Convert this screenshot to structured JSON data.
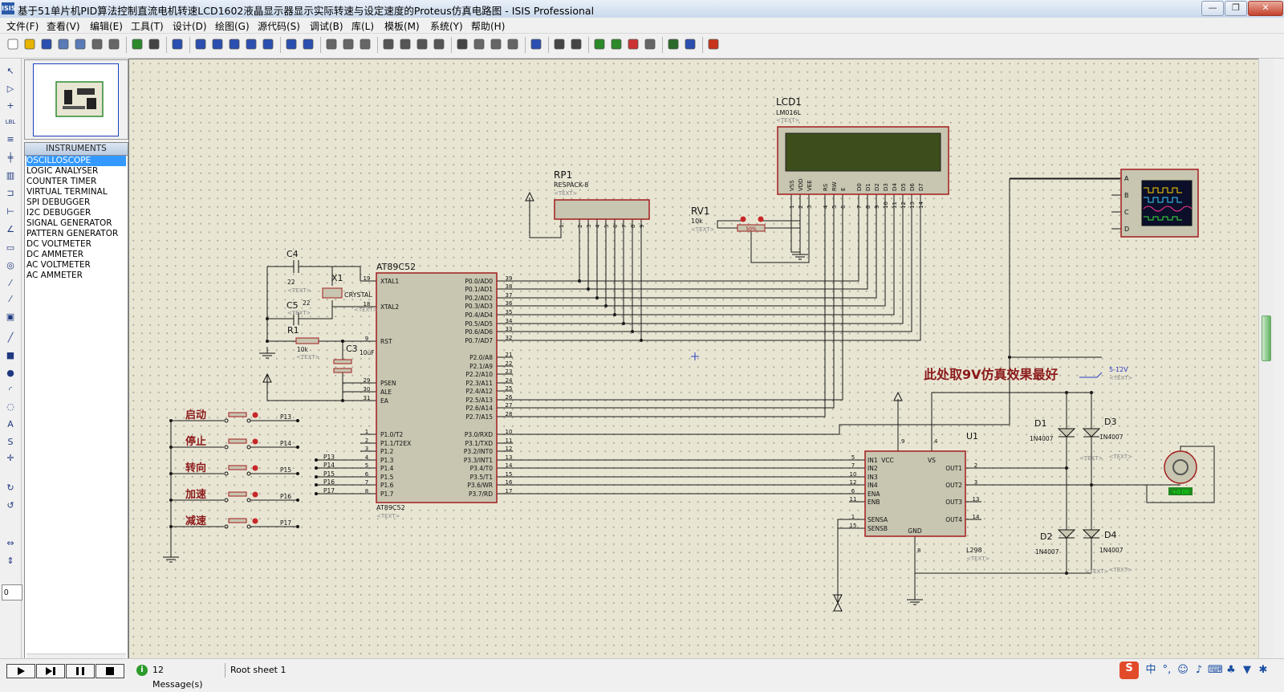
{
  "window": {
    "title": "基于51单片机PID算法控制直流电机转速LCD1602液晶显示器显示实际转速与设定速度的Proteus仿真电路图 - ISIS Professional",
    "app_icon": "ISIS",
    "min": "—",
    "max": "❐",
    "close": "✕"
  },
  "menu": [
    "文件(F)",
    "查看(V)",
    "编辑(E)",
    "工具(T)",
    "设计(D)",
    "绘图(G)",
    "源代码(S)",
    "调试(B)",
    "库(L)",
    "模板(M)",
    "系统(Y)",
    "帮助(H)"
  ],
  "instruments": {
    "header": "INSTRUMENTS",
    "items": [
      "OSCILLOSCOPE",
      "LOGIC ANALYSER",
      "COUNTER TIMER",
      "VIRTUAL TERMINAL",
      "SPI DEBUGGER",
      "I2C DEBUGGER",
      "SIGNAL GENERATOR",
      "PATTERN GENERATOR",
      "DC VOLTMETER",
      "DC AMMETER",
      "AC VOLTMETER",
      "AC AMMETER"
    ],
    "selected": 0
  },
  "zoom_value": "0",
  "status": {
    "messages": "12 Message(s)",
    "sheet": "Root sheet 1",
    "msg_icon": "i"
  },
  "schematic": {
    "lcd": {
      "ref": "LCD1",
      "part": "LM016L",
      "text": "<TEXT>",
      "pins": [
        "VSS",
        "VDD",
        "VEE",
        "RS",
        "RW",
        "E",
        "D0",
        "D1",
        "D2",
        "D3",
        "D4",
        "D5",
        "D6",
        "D7"
      ],
      "pin_numbers": [
        "1",
        "2",
        "3",
        "4",
        "5",
        "6",
        "7",
        "8",
        "9",
        "10",
        "11",
        "12",
        "13",
        "14"
      ]
    },
    "rp1": {
      "ref": "RP1",
      "part": "RESPACK-8",
      "text": "<TEXT>",
      "pins": [
        "1",
        "2",
        "3",
        "4",
        "5",
        "6",
        "7",
        "8",
        "9"
      ]
    },
    "rv1": {
      "ref": "RV1",
      "value": "10k",
      "text": "<TEXT>",
      "percent": "50%"
    },
    "mcu": {
      "ref": "AT89C52",
      "part": "AT89C52",
      "text": "<TEXT>",
      "left_pins": [
        {
          "name": "XTAL1",
          "num": "19"
        },
        {
          "name": "XTAL2",
          "num": "18"
        },
        {
          "name": "RST",
          "num": "9"
        },
        {
          "name": "PSEN",
          "num": "29"
        },
        {
          "name": "ALE",
          "num": "30"
        },
        {
          "name": "EA",
          "num": "31"
        },
        {
          "name": "P1.0/T2",
          "num": "1"
        },
        {
          "name": "P1.1/T2EX",
          "num": "2"
        },
        {
          "name": "P1.2",
          "num": "3"
        },
        {
          "name": "P1.3",
          "num": "4"
        },
        {
          "name": "P1.4",
          "num": "5"
        },
        {
          "name": "P1.5",
          "num": "6"
        },
        {
          "name": "P1.6",
          "num": "7"
        },
        {
          "name": "P1.7",
          "num": "8"
        }
      ],
      "right_pins": [
        {
          "name": "P0.0/AD0",
          "num": "39"
        },
        {
          "name": "P0.1/AD1",
          "num": "38"
        },
        {
          "name": "P0.2/AD2",
          "num": "37"
        },
        {
          "name": "P0.3/AD3",
          "num": "36"
        },
        {
          "name": "P0.4/AD4",
          "num": "35"
        },
        {
          "name": "P0.5/AD5",
          "num": "34"
        },
        {
          "name": "P0.6/AD6",
          "num": "33"
        },
        {
          "name": "P0.7/AD7",
          "num": "32"
        },
        {
          "name": "P2.0/A8",
          "num": "21"
        },
        {
          "name": "P2.1/A9",
          "num": "22"
        },
        {
          "name": "P2.2/A10",
          "num": "23"
        },
        {
          "name": "P2.3/A11",
          "num": "24"
        },
        {
          "name": "P2.4/A12",
          "num": "25"
        },
        {
          "name": "P2.5/A13",
          "num": "26"
        },
        {
          "name": "P2.6/A14",
          "num": "27"
        },
        {
          "name": "P2.7/A15",
          "num": "28"
        },
        {
          "name": "P3.0/RXD",
          "num": "10"
        },
        {
          "name": "P3.1/TXD",
          "num": "11"
        },
        {
          "name": "P3.2/INT0",
          "num": "12"
        },
        {
          "name": "P3.3/INT1",
          "num": "13"
        },
        {
          "name": "P3.4/T0",
          "num": "14"
        },
        {
          "name": "P3.5/T1",
          "num": "15"
        },
        {
          "name": "P3.6/WR",
          "num": "16"
        },
        {
          "name": "P3.7/RD",
          "num": "17"
        }
      ],
      "net_labels": [
        "P13",
        "P14",
        "P15",
        "P16",
        "P17"
      ]
    },
    "c4": {
      "ref": "C4",
      "value": "22",
      "text": "<TEXT>"
    },
    "c5": {
      "ref": "C5",
      "value": "22",
      "text": "<TEXT>"
    },
    "x1": {
      "ref": "X1",
      "part": "CRYSTAL",
      "text": "<TEXT>"
    },
    "r1": {
      "ref": "R1",
      "value": "10k",
      "text": "<TEXT>"
    },
    "c3": {
      "ref": "C3",
      "value": "10uF",
      "text": "<TEXT>"
    },
    "buttons": [
      {
        "label": "启动",
        "net": "P13"
      },
      {
        "label": "停止",
        "net": "P14"
      },
      {
        "label": "转向",
        "net": "P15"
      },
      {
        "label": "加速",
        "net": "P16"
      },
      {
        "label": "减速",
        "net": "P17"
      }
    ],
    "u1": {
      "ref": "U1",
      "part": "L298",
      "text": "<TEXT>",
      "left_pins": [
        {
          "name": "IN1",
          "num": "5"
        },
        {
          "name": "IN2",
          "num": "7"
        },
        {
          "name": "IN3",
          "num": "10"
        },
        {
          "name": "IN4",
          "num": "12"
        },
        {
          "name": "ENA",
          "num": "6"
        },
        {
          "name": "ENB",
          "num": "11"
        },
        {
          "name": "SENSA",
          "num": "1"
        },
        {
          "name": "SENSB",
          "num": "15"
        }
      ],
      "right_pins": [
        {
          "name": "OUT1",
          "num": "2"
        },
        {
          "name": "OUT2",
          "num": "3"
        },
        {
          "name": "OUT3",
          "num": "13"
        },
        {
          "name": "OUT4",
          "num": "14"
        }
      ],
      "top_pins": [
        {
          "name": "VCC",
          "num": "9"
        },
        {
          "name": "VS",
          "num": "4"
        }
      ],
      "bottom_pins": [
        {
          "name": "GND",
          "num": "8"
        }
      ]
    },
    "diodes": [
      {
        "ref": "D1",
        "part": "1N4007",
        "text": "<TEXT>"
      },
      {
        "ref": "D3",
        "part": "1N4007",
        "text": "<TEXT>"
      },
      {
        "ref": "D2",
        "part": "1N4007",
        "text": "<TEXT>"
      },
      {
        "ref": "D4",
        "part": "1N4007",
        "text": "<TEXT>"
      }
    ],
    "note": "此处取9V仿真效果最好",
    "supply_label": "5-12V",
    "supply_text": "<TEXT>",
    "scope": {
      "channels": [
        "A",
        "B",
        "C",
        "D"
      ]
    },
    "motor": {
      "readout": "+0.00"
    }
  },
  "colors": {
    "canvas": "#e8e5d3",
    "component": "#c8c5b0",
    "outline": "#a21d1d",
    "wire": "#1a1a1a",
    "note": "#8b1a1a",
    "lcd_screen": "#3d4e1a"
  }
}
